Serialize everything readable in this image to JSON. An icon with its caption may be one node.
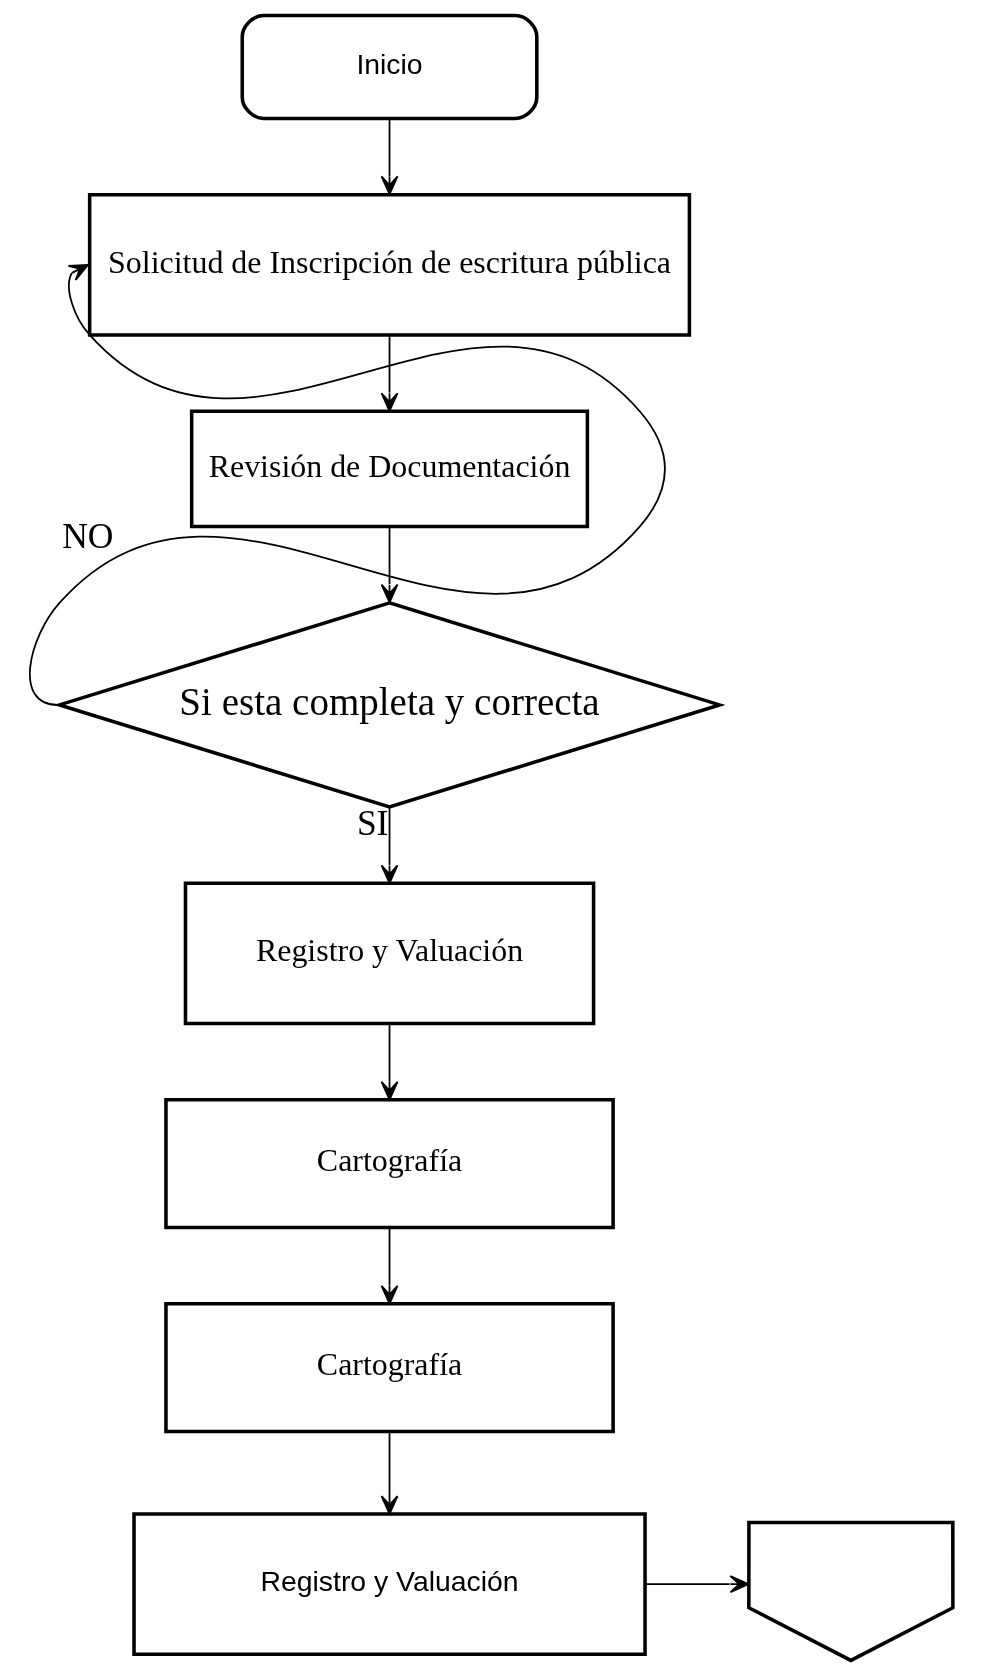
{
  "diagram": {
    "nodes": [
      {
        "text": [
          "Inicio"
        ]
      },
      {
        "text": [
          "Solicitud de Inscripción de escritura pública"
        ]
      },
      {
        "text": [
          "Revisión de Documentación"
        ]
      },
      {
        "text": [
          "Si esta completa y correcta"
        ]
      },
      {
        "text": [
          "Registro y Valuación"
        ]
      },
      {
        "text": [
          "Cartografía"
        ]
      },
      {
        "text": [
          "Cartografía"
        ]
      },
      {
        "text": [
          "Registro y Valuación"
        ]
      },
      {
        "text": [],
        "shape": "pentagon"
      }
    ],
    "edges": [
      {
        "from": 0,
        "to": 1,
        "arrow": "to"
      },
      {
        "from": 1,
        "to": 2,
        "arrow": "to"
      },
      {
        "from": 2,
        "to": 3,
        "arrow": "to"
      },
      {
        "from": 3,
        "to": 1,
        "arrow": "to",
        "label": "NO"
      },
      {
        "from": 3,
        "to": 4,
        "arrow": "to",
        "label": "SI"
      },
      {
        "from": 4,
        "to": 5,
        "arrow": "to"
      },
      {
        "from": 5,
        "to": 6,
        "arrow": "to"
      },
      {
        "from": 6,
        "to": 7,
        "arrow": "to"
      },
      {
        "from": 7,
        "to": 8,
        "arrow": "to"
      }
    ]
  }
}
